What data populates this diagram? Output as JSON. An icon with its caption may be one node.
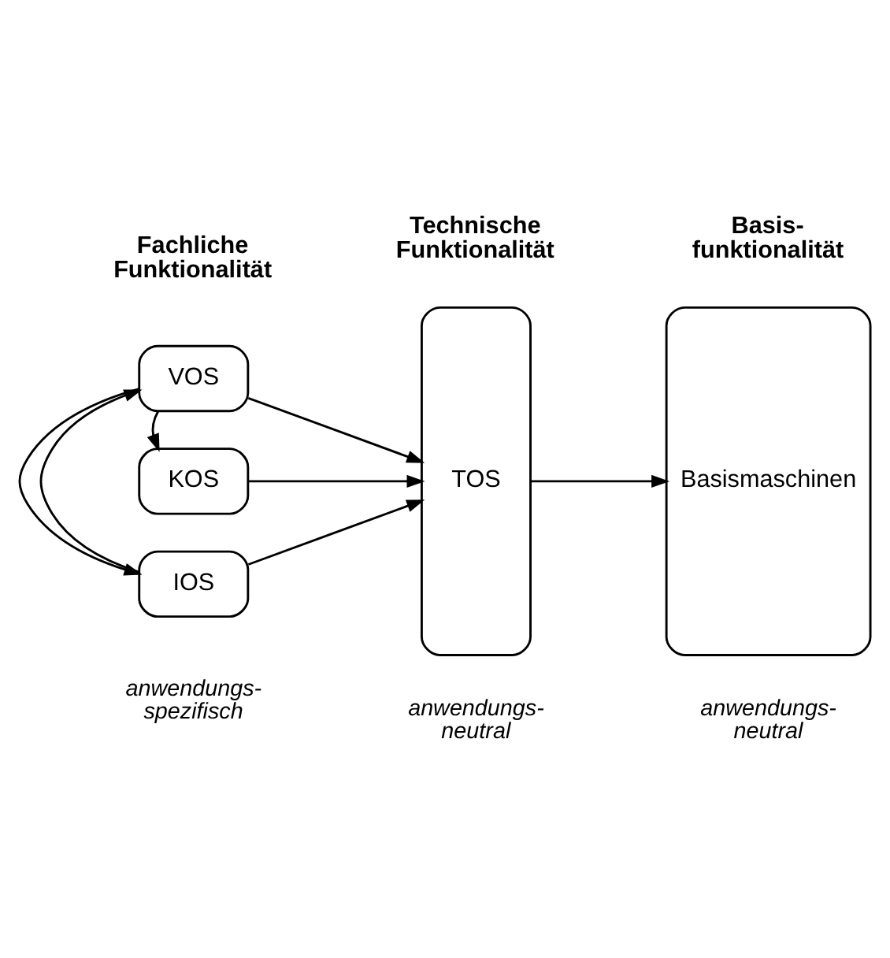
{
  "diagram": {
    "nodes": [
      {
        "text": [
          "IOS"
        ]
      },
      {
        "text": [
          "VOS"
        ]
      },
      {
        "text": [
          "KOS"
        ]
      },
      {
        "text": [
          "TOS"
        ]
      },
      {
        "text": [
          "Basismaschinen"
        ]
      }
    ],
    "edges": [
      {
        "from": 0,
        "to": 3,
        "arrow": "to"
      },
      {
        "from": 0,
        "to": 1,
        "arrow": "to"
      },
      {
        "from": 1,
        "to": 0,
        "arrow": "to"
      },
      {
        "from": 1,
        "to": 3,
        "arrow": "to"
      },
      {
        "from": 1,
        "to": 2,
        "arrow": "to"
      },
      {
        "from": 2,
        "to": 3,
        "arrow": "to"
      },
      {
        "from": 3,
        "to": 4,
        "arrow": "to"
      }
    ],
    "labels": [
      "Fachliche Funktionalität",
      "Technische Funktionalität",
      "Basis- funktionalität",
      "anwendungs- spezifisch",
      "anwendungs- neutral",
      "anwendungs- neutral"
    ]
  }
}
